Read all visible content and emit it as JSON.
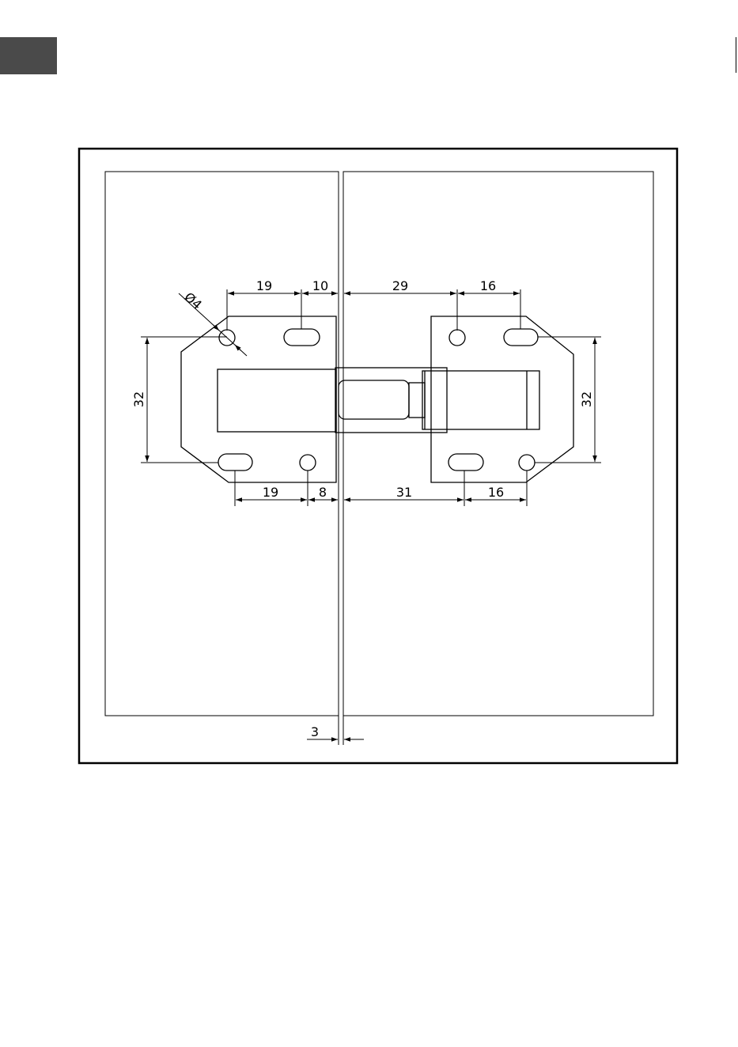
{
  "colors": {
    "tab": "#4a4a4a",
    "line": "#000000",
    "background": "#ffffff"
  },
  "dimensions": {
    "hole_diameter": "Ø4",
    "top_left_a": "19",
    "top_left_b": "10",
    "top_right_a": "29",
    "top_right_b": "16",
    "left_height": "32",
    "right_height": "32",
    "bottom_left_a": "19",
    "bottom_left_b": "8",
    "bottom_right_a": "31",
    "bottom_right_b": "16",
    "gap": "3"
  }
}
